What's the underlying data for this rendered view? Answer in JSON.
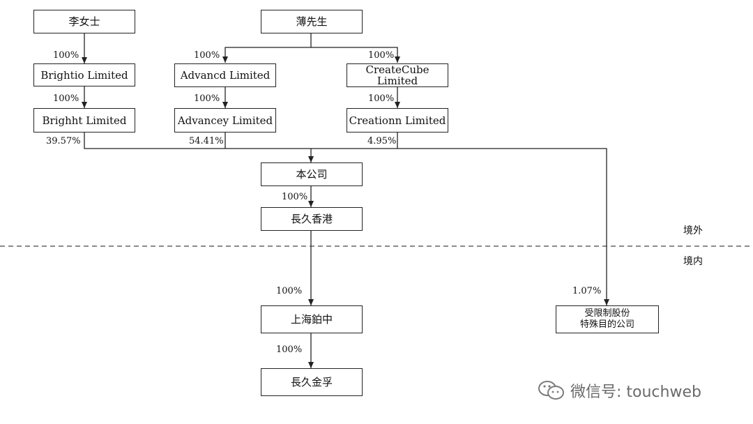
{
  "entities": {
    "li": "李女士",
    "bo": "薄先生",
    "brightio": "Brightio Limited",
    "advancd": "Advancd Limited",
    "createcube": "CreateCube\nLimited",
    "brighht": "Brighht Limited",
    "advancey": "Advancey Limited",
    "creationn": "Creationn Limited",
    "company": "本公司",
    "hk": "長久香港",
    "shanghai": "上海鉑中",
    "jinfu": "長久金孚",
    "spv": "受限制股份\n特殊目的公司"
  },
  "percentages": {
    "li_brightio": "100%",
    "brightio_brighht": "100%",
    "bo_advancd": "100%",
    "bo_createcube": "100%",
    "advancd_advancey": "100%",
    "createcube_creationn": "100%",
    "brighht_company": "39.57%",
    "advancey_company": "54.41%",
    "creationn_company": "4.95%",
    "company_hk": "100%",
    "hk_shanghai": "100%",
    "shanghai_jinfu": "100%",
    "spv_stake": "1.07%"
  },
  "regions": {
    "offshore": "境外",
    "onshore": "境内"
  },
  "watermark": {
    "icon": "wechat-icon",
    "text": "微信号: touchweb"
  }
}
